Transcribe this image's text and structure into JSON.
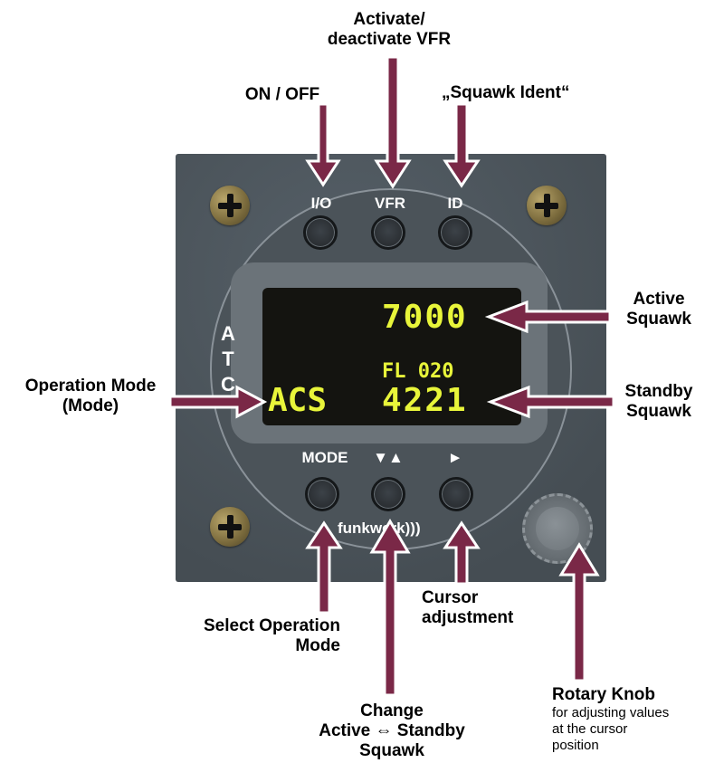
{
  "callouts": {
    "vfr": {
      "line1": "Activate/",
      "line2": "deactivate VFR"
    },
    "onoff": "ON / OFF",
    "ident": "„Squawk Ident“",
    "active_squawk": {
      "line1": "Active",
      "line2": "Squawk"
    },
    "standby_squawk": {
      "line1": "Standby",
      "line2": "Squawk"
    },
    "operation_mode": {
      "line1": "Operation Mode",
      "line2": "(Mode)"
    },
    "select_mode": {
      "line1": "Select Operation",
      "line2": "Mode"
    },
    "cursor": {
      "line1": "Cursor",
      "line2": "adjustment"
    },
    "change": {
      "line1": "Change",
      "line2": "Active ⇔ Standby",
      "line3": "Squawk"
    },
    "rotary": {
      "title": "Rotary Knob",
      "line1": "for adjusting values",
      "line2": "at the cursor",
      "line3": "position"
    }
  },
  "device": {
    "brand": "funkwerk",
    "side_label": [
      "A",
      "T",
      "C"
    ],
    "top_buttons": [
      {
        "id": "io",
        "label": "I/O"
      },
      {
        "id": "vfr",
        "label": "VFR"
      },
      {
        "id": "id",
        "label": "ID"
      }
    ],
    "bottom_buttons": [
      {
        "id": "mode",
        "label": "MODE"
      },
      {
        "id": "swap",
        "label": "▼▲"
      },
      {
        "id": "cursor",
        "label": "►"
      }
    ],
    "display": {
      "active_squawk": "7000",
      "flight_level": "FL 020",
      "mode": "ACS",
      "standby_squawk": "4221"
    }
  },
  "colors": {
    "arrow": "#7a2847",
    "lcd_text": "#e8f53a",
    "panel": "#4a5258"
  }
}
